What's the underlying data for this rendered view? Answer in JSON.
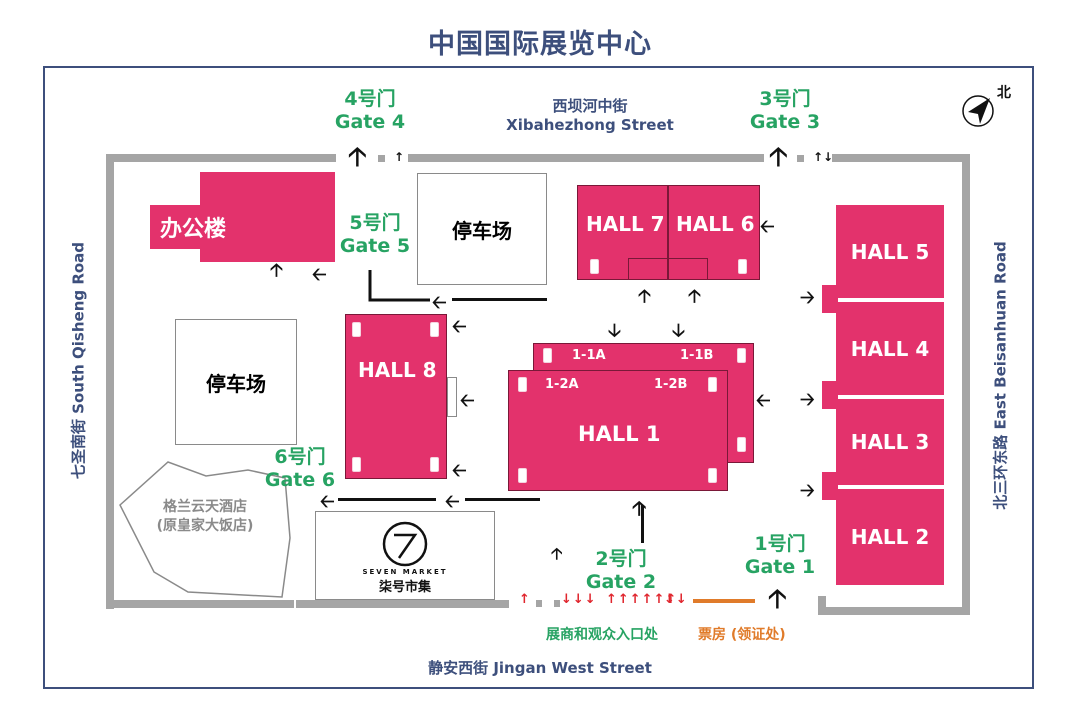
{
  "title": "中国国际展览中心",
  "streets": {
    "north_cn": "西坝河中街",
    "north_en": "Xibahezhong Street",
    "south": "静安西街  Jingan West Street",
    "west": "七圣南街  South Qisheng Road",
    "east": "北三环东路  East Beisanhuan Road"
  },
  "compass_label": "北",
  "gates": {
    "gate1": {
      "cn": "1号门",
      "en": "Gate 1"
    },
    "gate2": {
      "cn": "2号门",
      "en": "Gate 2"
    },
    "gate3": {
      "cn": "3号门",
      "en": "Gate 3"
    },
    "gate4": {
      "cn": "4号门",
      "en": "Gate 4"
    },
    "gate5": {
      "cn": "5号门",
      "en": "Gate 5"
    },
    "gate6": {
      "cn": "6号门",
      "en": "Gate 6"
    }
  },
  "halls": {
    "hall1": "HALL 1",
    "hall1_1a": "1-1A",
    "hall1_1b": "1-1B",
    "hall1_2a": "1-2A",
    "hall1_2b": "1-2B",
    "hall2": "HALL 2",
    "hall3": "HALL 3",
    "hall4": "HALL 4",
    "hall5": "HALL 5",
    "hall6": "HALL 6",
    "hall7": "HALL 7",
    "hall8": "HALL 8"
  },
  "buildings": {
    "office": "办公楼",
    "parking_top": "停车场",
    "parking_left": "停车场",
    "hotel_line1": "格兰云天酒店",
    "hotel_line2": "(原皇家大饭店)",
    "market_brand": "SEVEN MARKET",
    "market_name": "柒号市集"
  },
  "entrances": {
    "visitor_entrance": "展商和观众入口处",
    "ticket_office": "票房 (领证处)"
  },
  "colors": {
    "hall": "#e3326c",
    "gate_text": "#27a363",
    "street_text": "#3d4f7c",
    "road": "#a5a5a5",
    "ticket": "#e07b2a",
    "entrance_arrow": "#e0262e"
  }
}
